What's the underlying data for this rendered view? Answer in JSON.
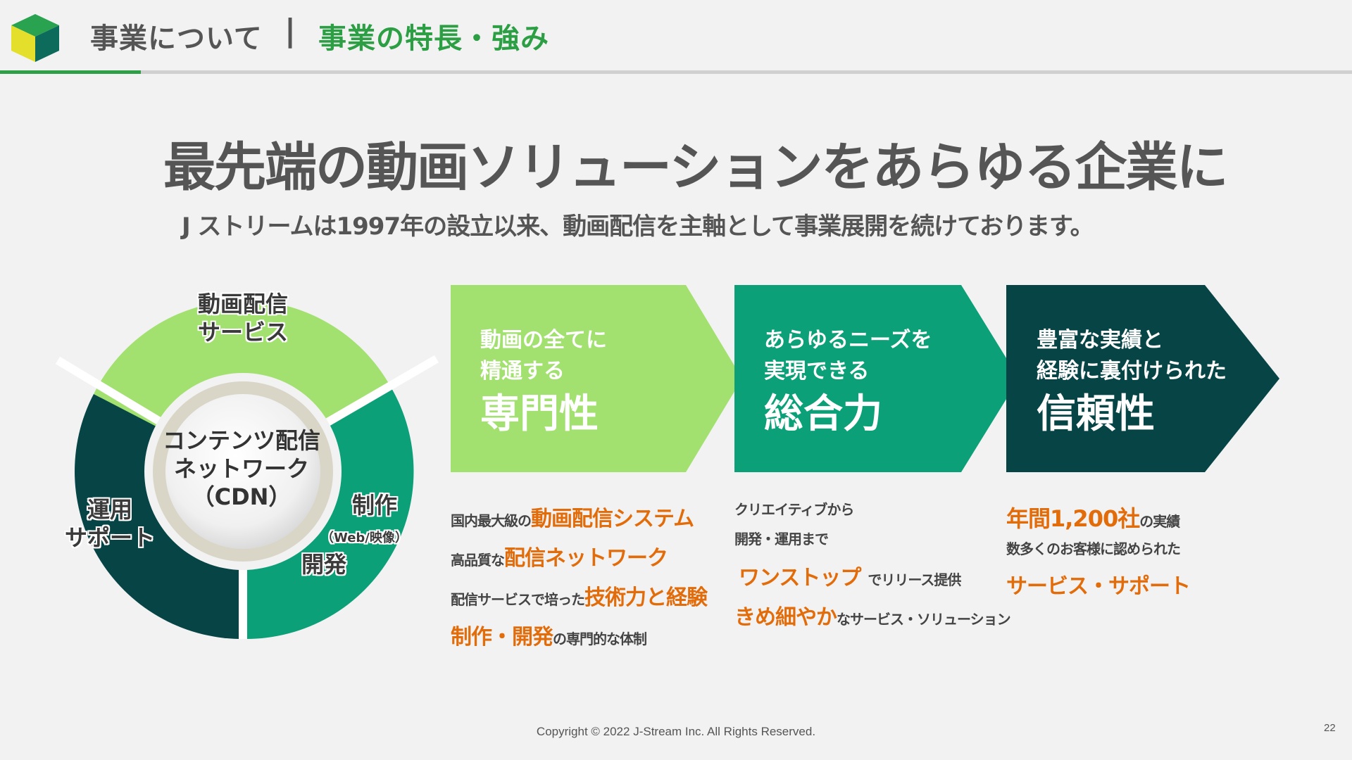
{
  "header": {
    "section": "事業について",
    "separator": "|",
    "topic": "事業の特長・強み"
  },
  "title": "最先端の動画ソリューションをあらゆる企業に",
  "subtitle": "J ストリームは1997年の設立以来、動画配信を主軸として事業展開を続けております。",
  "cycle": {
    "center_line1": "コンテンツ配信",
    "center_line2": "ネットワーク",
    "center_line3": "（CDN）",
    "delivery_line1": "動画配信",
    "delivery_line2": "サービス",
    "ops_line1": "運用",
    "ops_line2": "サポート",
    "production": "制作",
    "production_sub": "（Web/映像）",
    "development": "開発"
  },
  "strengths": [
    {
      "small1": "動画の全てに",
      "small2": "精通する",
      "big": "専門性",
      "color": "#a2e06f"
    },
    {
      "small1": "あらゆるニーズを",
      "small2": "実現できる",
      "big": "総合力",
      "color": "#0ca078"
    },
    {
      "small1": "豊富な実績と",
      "small2": "経験に裏付けられた",
      "big": "信頼性",
      "color": "#074446"
    }
  ],
  "features1": {
    "l1_a": "国内最大級の",
    "l1_b": "動画配信システム",
    "l2_a": "高品質な",
    "l2_b": "配信ネットワーク",
    "l3_a": "配信サービスで培った",
    "l3_b": "技術力と経験",
    "l4_a": "制作・開発",
    "l4_b": "の専門的な体制"
  },
  "features2": {
    "l1": "クリエイティブから",
    "l2": "開発・運用まで",
    "l3_a": "ワンストップ",
    "l3_b": "でリリース提供",
    "l4_a": "きめ細やか",
    "l4_b": "なサービス・ソリューション"
  },
  "features3": {
    "l1_a": "年間1,200社",
    "l1_b": "の実績",
    "l2": "数多くのお客様に認められた",
    "l3": "サービス・サポート"
  },
  "footer": {
    "copyright": "Copyright © 2022 J-Stream Inc. All Rights Reserved.",
    "page_number": "22"
  }
}
